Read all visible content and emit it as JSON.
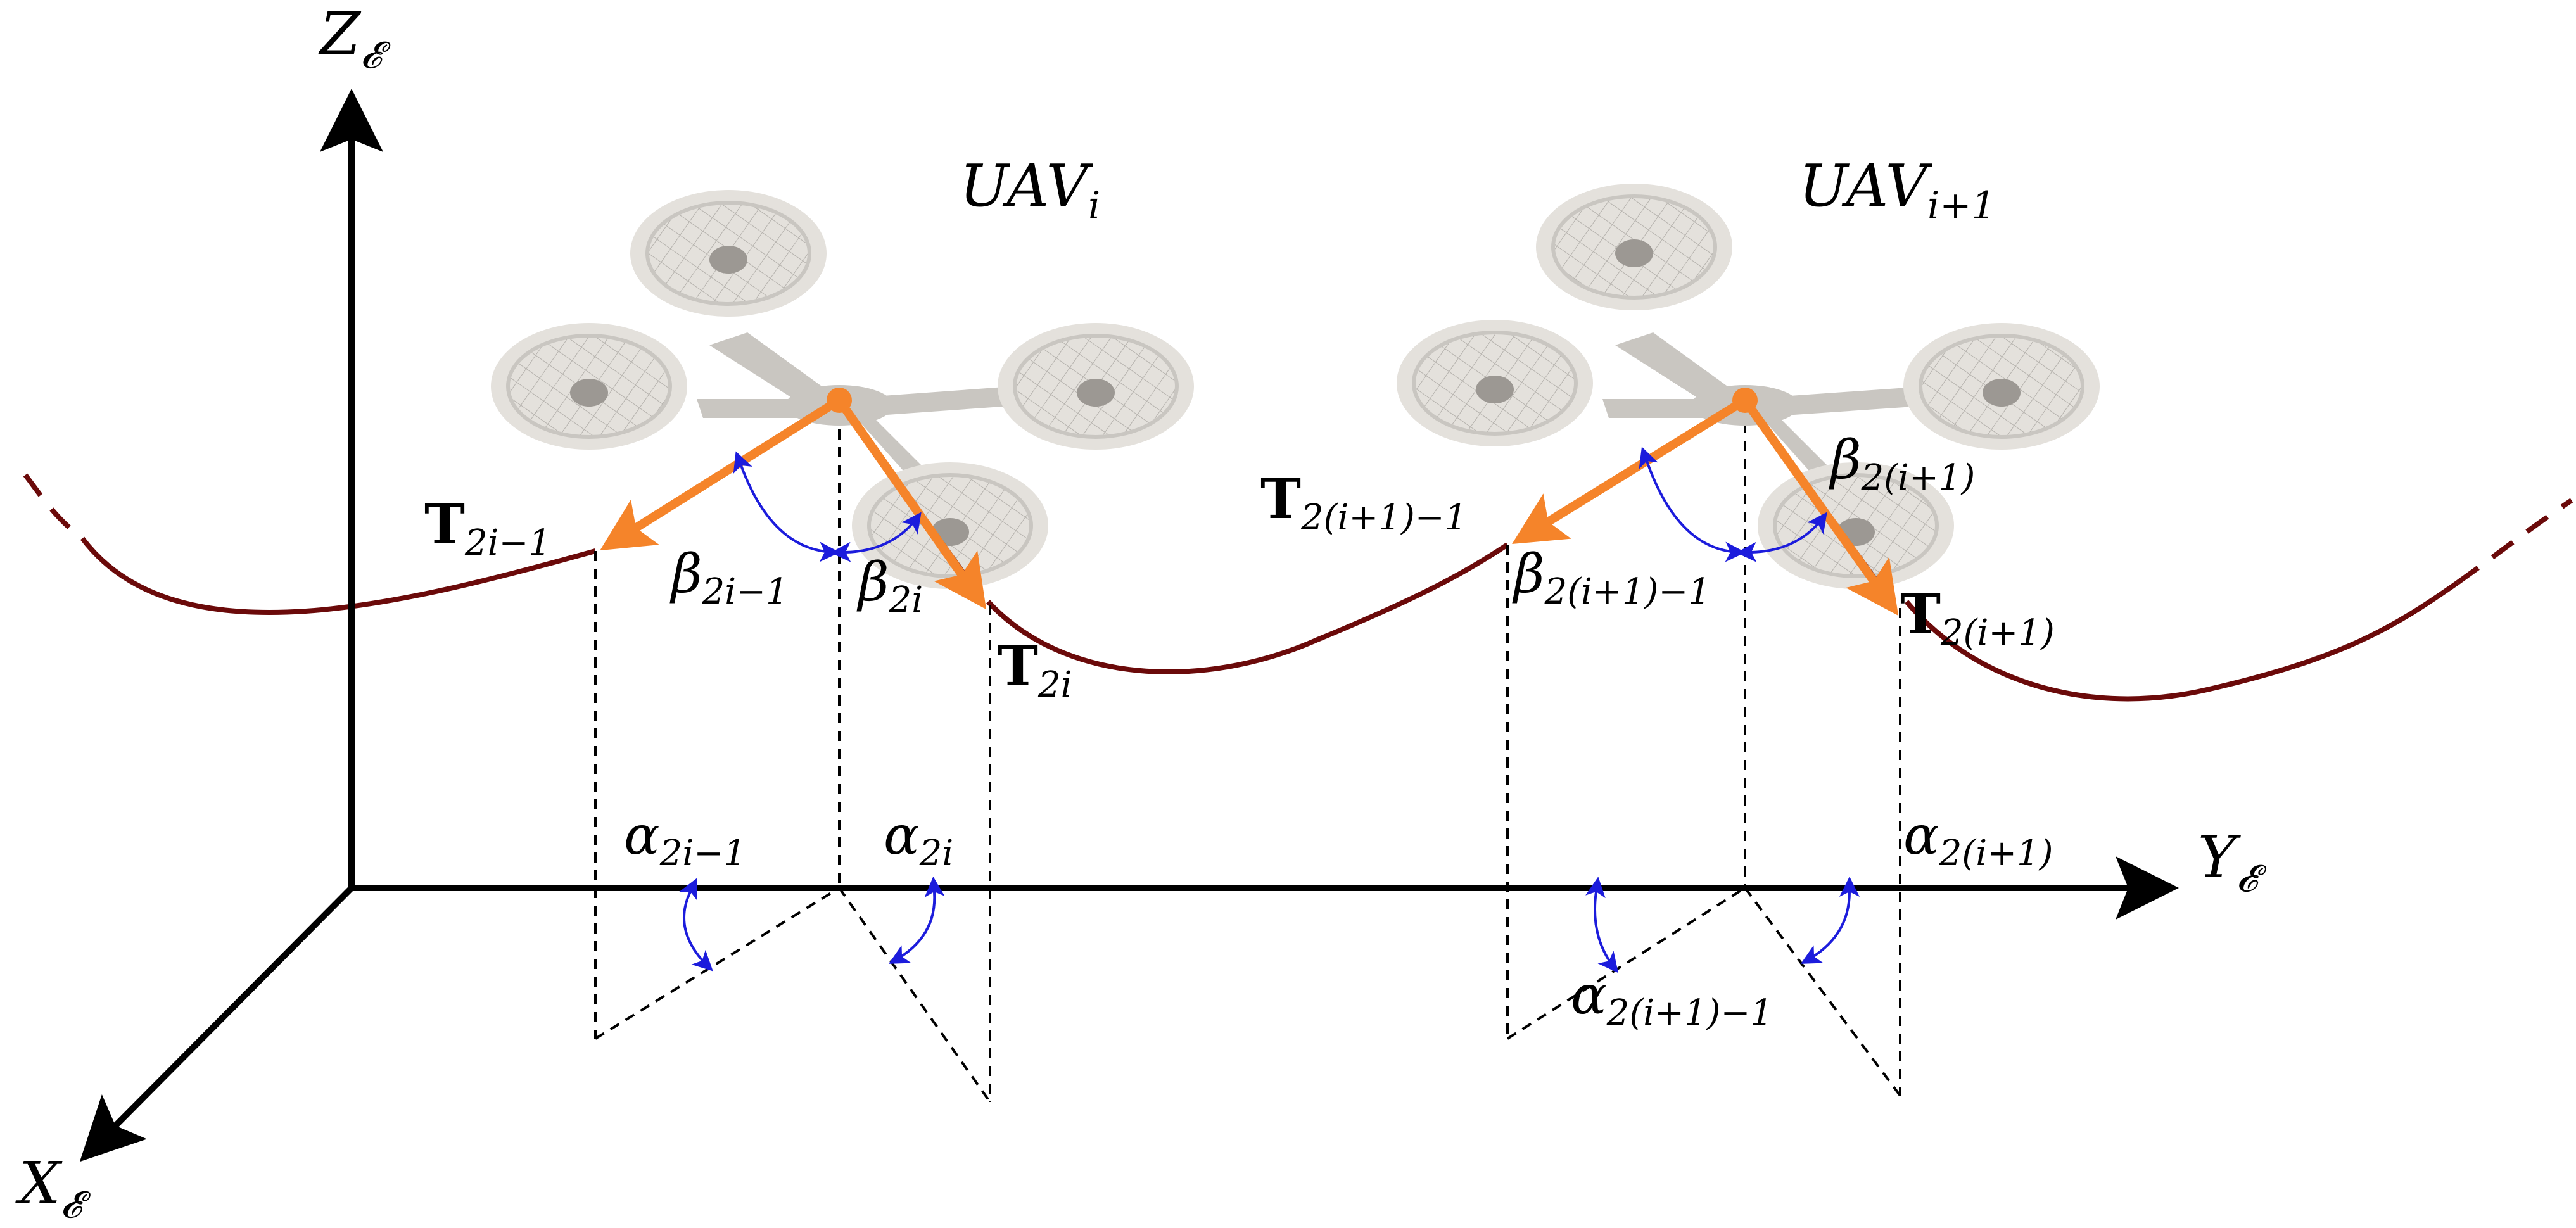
{
  "colors": {
    "axis": "#000000",
    "cable": "#6b0a0a",
    "thrust": "#f5842a",
    "angle_arc": "#1c1cdc",
    "projection": "#000000",
    "drone_body": "#c9c6c1",
    "drone_fill": "#e4e1dc"
  },
  "axes": {
    "z": {
      "main": "Z",
      "sub": "𝓔"
    },
    "y": {
      "main": "Y",
      "sub": "𝓔"
    },
    "x": {
      "main": "X",
      "sub": "𝓔"
    }
  },
  "uavs": [
    {
      "main": "UAV",
      "sub": "i",
      "icon": "quadrotor-drone"
    },
    {
      "main": "UAV",
      "sub": "i+1",
      "icon": "quadrotor-drone"
    }
  ],
  "thrusts": [
    {
      "main": "T",
      "sub": "2i−1"
    },
    {
      "main": "T",
      "sub": "2i"
    },
    {
      "main": "T",
      "sub": "2(i+1)−1"
    },
    {
      "main": "T",
      "sub": "2(i+1)"
    }
  ],
  "betas": [
    {
      "main": "β",
      "sub": "2i−1"
    },
    {
      "main": "β",
      "sub": "2i"
    },
    {
      "main": "β",
      "sub": "2(i+1)−1"
    },
    {
      "main": "β",
      "sub": "2(i+1)"
    }
  ],
  "alphas": [
    {
      "main": "α",
      "sub": "2i−1"
    },
    {
      "main": "α",
      "sub": "2i"
    },
    {
      "main": "α",
      "sub": "2(i+1)−1"
    },
    {
      "main": "α",
      "sub": "2(i+1)"
    }
  ]
}
